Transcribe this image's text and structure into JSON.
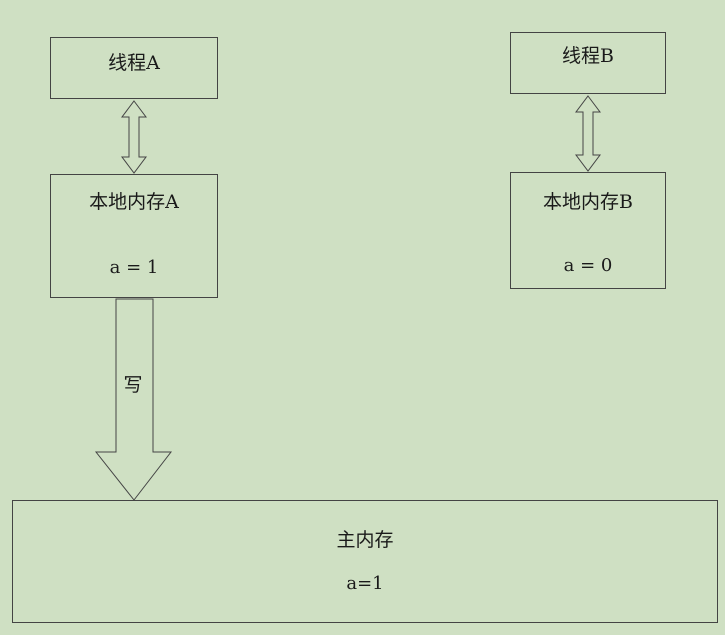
{
  "thread_a": {
    "title": "线程A"
  },
  "thread_b": {
    "title": "线程B"
  },
  "local_memory_a": {
    "title": "本地内存A",
    "value": "a = 1"
  },
  "local_memory_b": {
    "title": "本地内存B",
    "value": "a = 0"
  },
  "main_memory": {
    "title": "主内存",
    "value": "a=1"
  },
  "write_arrow": {
    "label": "写"
  },
  "colors": {
    "background": "#cfe0c3",
    "stroke": "#444444"
  }
}
